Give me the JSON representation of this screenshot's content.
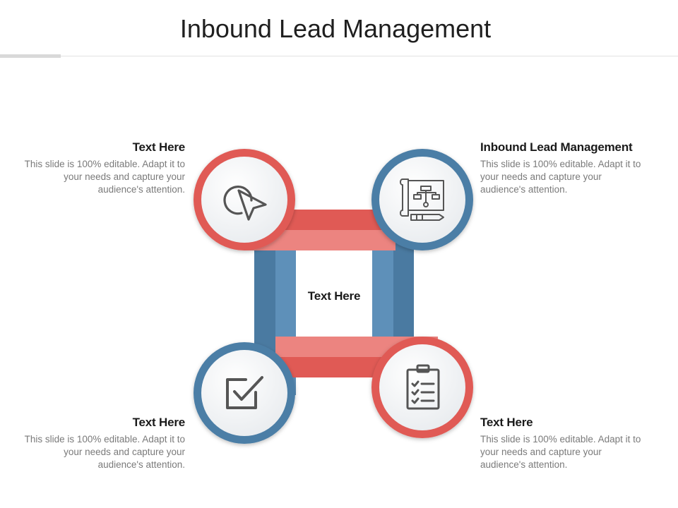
{
  "slide": {
    "title": "Inbound Lead Management"
  },
  "center": {
    "label": "Text Here"
  },
  "blocks": {
    "top_left": {
      "heading": "Text Here",
      "body": "This slide is 100% editable. Adapt it to your needs and capture your audience's attention."
    },
    "top_right": {
      "heading": "Inbound Lead Management",
      "body": "This slide is 100% editable. Adapt it to your needs and capture your audience's attention."
    },
    "bottom_left": {
      "heading": "Text Here",
      "body": "This slide is 100% editable. Adapt it to your needs and capture your audience's attention."
    },
    "bottom_right": {
      "heading": "Text Here",
      "body": "This slide is 100% editable. Adapt it to your needs and capture your audience's attention."
    }
  },
  "nodes": [
    {
      "position": "top-left",
      "icon": "cursor-click-icon",
      "ring_color": "#e05a55"
    },
    {
      "position": "top-right",
      "icon": "flowchart-blueprint-icon",
      "ring_color": "#4c7ea6"
    },
    {
      "position": "bottom-left",
      "icon": "checkbox-checked-icon",
      "ring_color": "#4c7ea6"
    },
    {
      "position": "bottom-right",
      "icon": "clipboard-checklist-icon",
      "ring_color": "#e05a55"
    }
  ],
  "colors": {
    "red": "#e05a55",
    "red_light": "#ec8480",
    "blue": "#4c7ea6",
    "blue_light": "#5f91ba",
    "icon_stroke": "#555555"
  }
}
